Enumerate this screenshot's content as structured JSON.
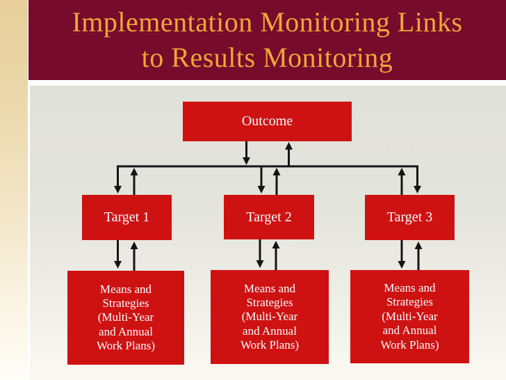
{
  "slide": {
    "title": "Implementation Monitoring Links\nto Results Monitoring",
    "colors": {
      "banner_background": "#770b2c",
      "title_text": "#efa63a",
      "box_red": "#ce1212",
      "box_text": "#ffffff",
      "arrow": "#141414",
      "left_strip_top": "#e8cf9c",
      "left_strip_bottom": "#fefdf7",
      "content_background_top": "#e0e1d8",
      "content_background_bottom": "#faf9f2"
    }
  },
  "diagram": {
    "outcome": {
      "label": "Outcome"
    },
    "targets": [
      {
        "label": "Target 1"
      },
      {
        "label": "Target 2"
      },
      {
        "label": "Target 3"
      }
    ],
    "means": [
      {
        "label": "Means and\nStrategies\n(Multi-Year\nand Annual\nWork Plans)"
      },
      {
        "label": "Means and\nStrategies\n(Multi-Year\nand Annual\nWork Plans)"
      },
      {
        "label": "Means and\nStrategies\n(Multi-Year\nand Annual\nWork Plans)"
      }
    ]
  }
}
